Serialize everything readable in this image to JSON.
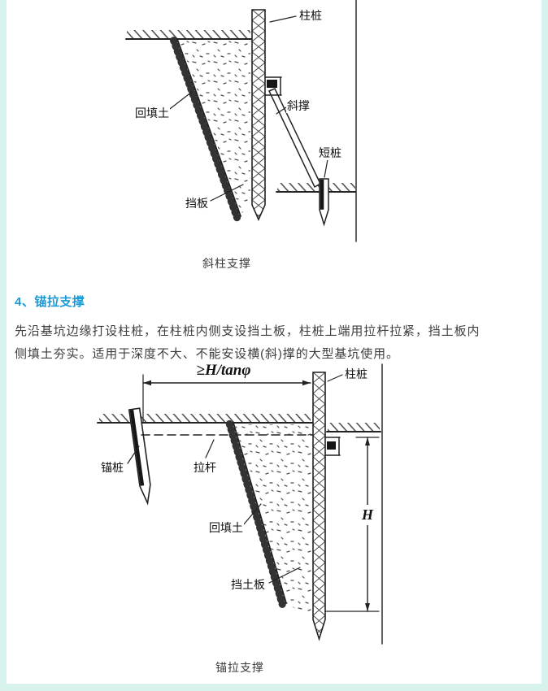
{
  "page": {
    "background_color": "#d8f3ee",
    "content_background": "#ffffff"
  },
  "figure1": {
    "caption": "斜柱支撑",
    "labels": {
      "column_pile": "柱桩",
      "backfill_soil": "回填土",
      "diagonal_brace": "斜撑",
      "short_pile": "短桩",
      "retaining_board": "挡板"
    }
  },
  "section": {
    "heading": "4、锚拉支撑",
    "heading_color": "#1a9ad6",
    "body_lines": [
      "先沿基坑边缘打设柱桩，在柱桩内侧支设挡土板，柱桩上端用拉杆拉紧，挡土板内",
      "侧填土夯实。适用于深度不大、不能安设横(斜)撑的大型基坑使用。"
    ]
  },
  "figure2": {
    "caption": "锚拉支撑",
    "labels": {
      "span_dimension": "≥H/tanφ",
      "column_pile": "柱桩",
      "anchor_pile": "锚桩",
      "tie_rod": "拉杆",
      "backfill_soil": "回填土",
      "height_dimension": "H",
      "retaining_plank": "挡土板"
    }
  }
}
